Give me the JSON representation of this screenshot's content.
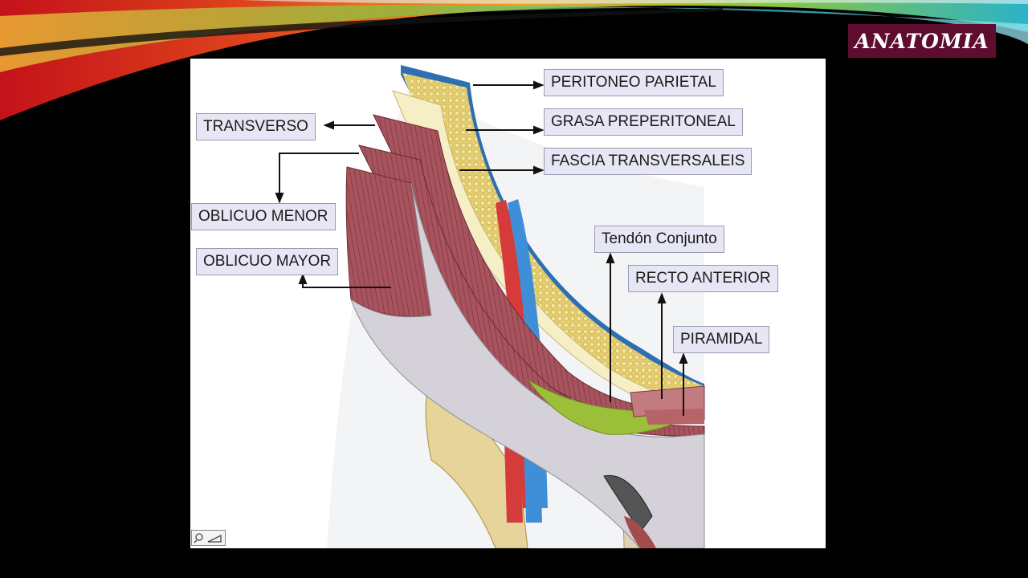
{
  "badge": {
    "text": "ANATOMIA"
  },
  "colors": {
    "background": "#000000",
    "badge_bg": "#5e0d2e",
    "label_bg": "#e6e6f4",
    "muscle": "#a8545e",
    "fat": "#e8d27a",
    "tendon": "#9cbf3a",
    "artery": "#d63b3b",
    "vein": "#3f8fd8"
  },
  "labels": {
    "peritoneo_parietal": "PERITONEO PARIETAL",
    "grasa_preperitoneal": "GRASA PREPERITONEAL",
    "fascia_transversaleis": "FASCIA TRANSVERSALEIS",
    "transverso": "TRANSVERSO",
    "oblicuo_menor": "OBLICUO MENOR",
    "oblicuo_mayor": "OBLICUO MAYOR",
    "tendon_conjunto": "Tendón Conjunto",
    "recto_anterior": "RECTO ANTERIOR",
    "piramidal": "PIRAMIDAL"
  },
  "icons": {
    "corner": "edit-tools-icon"
  }
}
